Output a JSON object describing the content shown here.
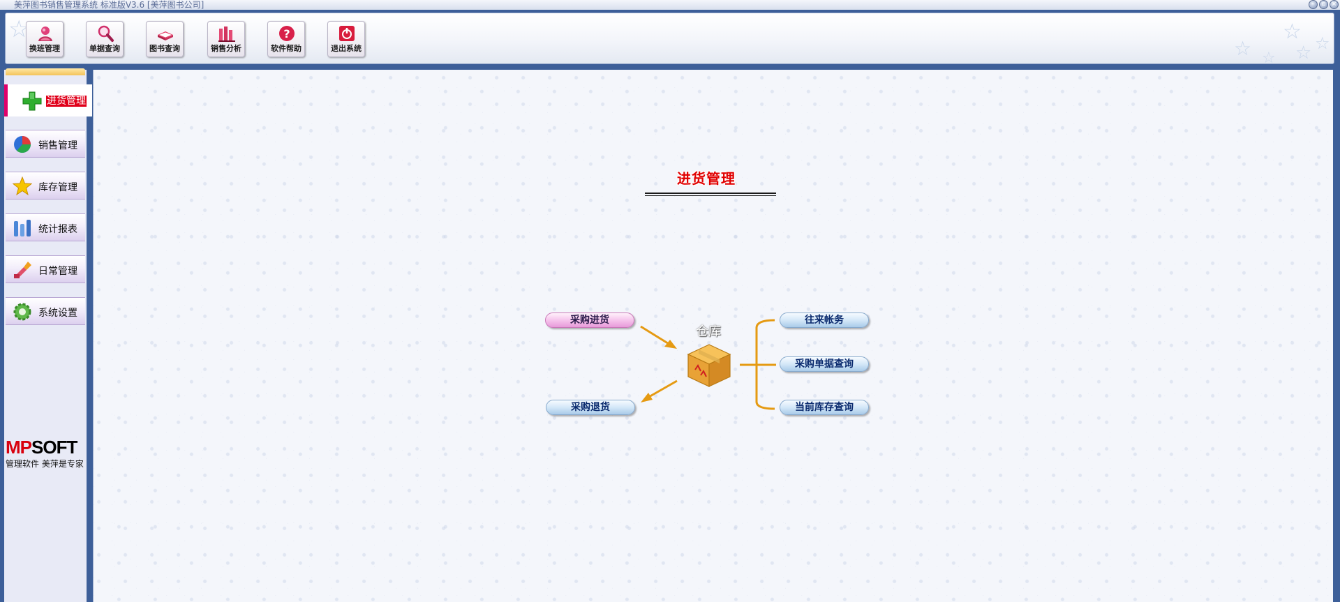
{
  "window": {
    "title": "美萍图书销售管理系统 标准版V3.6 [美萍图书公司]",
    "buttons": [
      "minimize",
      "restore",
      "close"
    ]
  },
  "toolbar": {
    "buttons": [
      {
        "label": "换班管理",
        "icon": "shift-change-icon"
      },
      {
        "label": "单据查询",
        "icon": "magnifier-icon"
      },
      {
        "label": "图书查询",
        "icon": "book-icon"
      },
      {
        "label": "销售分析",
        "icon": "bar-chart-icon"
      },
      {
        "label": "软件帮助",
        "icon": "help-icon"
      },
      {
        "label": "退出系统",
        "icon": "power-icon"
      }
    ]
  },
  "sidebar": {
    "active": {
      "label": "进货管理",
      "icon": "plus-icon"
    },
    "items": [
      {
        "label": "销售管理",
        "icon": "pie-chart-icon"
      },
      {
        "label": "库存管理",
        "icon": "star-icon"
      },
      {
        "label": "统计报表",
        "icon": "report-bars-icon"
      },
      {
        "label": "日常管理",
        "icon": "brush-icon"
      },
      {
        "label": "系统设置",
        "icon": "gear-icon"
      }
    ],
    "logo": {
      "brand": "MPSOFT",
      "slogan": "管理软件 美萍是专家"
    }
  },
  "main": {
    "title": "进货管理",
    "center_label": "仓库",
    "center_icon": "warehouse-box-icon",
    "left_buttons": [
      "采购进货",
      "采购退货"
    ],
    "right_buttons": [
      "往来帐务",
      "采购单据查询",
      "当前库存查询"
    ]
  },
  "colors": {
    "frame": "#3d5f99",
    "title_red": "#e00000",
    "connector_orange": "#e59a12",
    "active_accent": "#e0006a"
  }
}
